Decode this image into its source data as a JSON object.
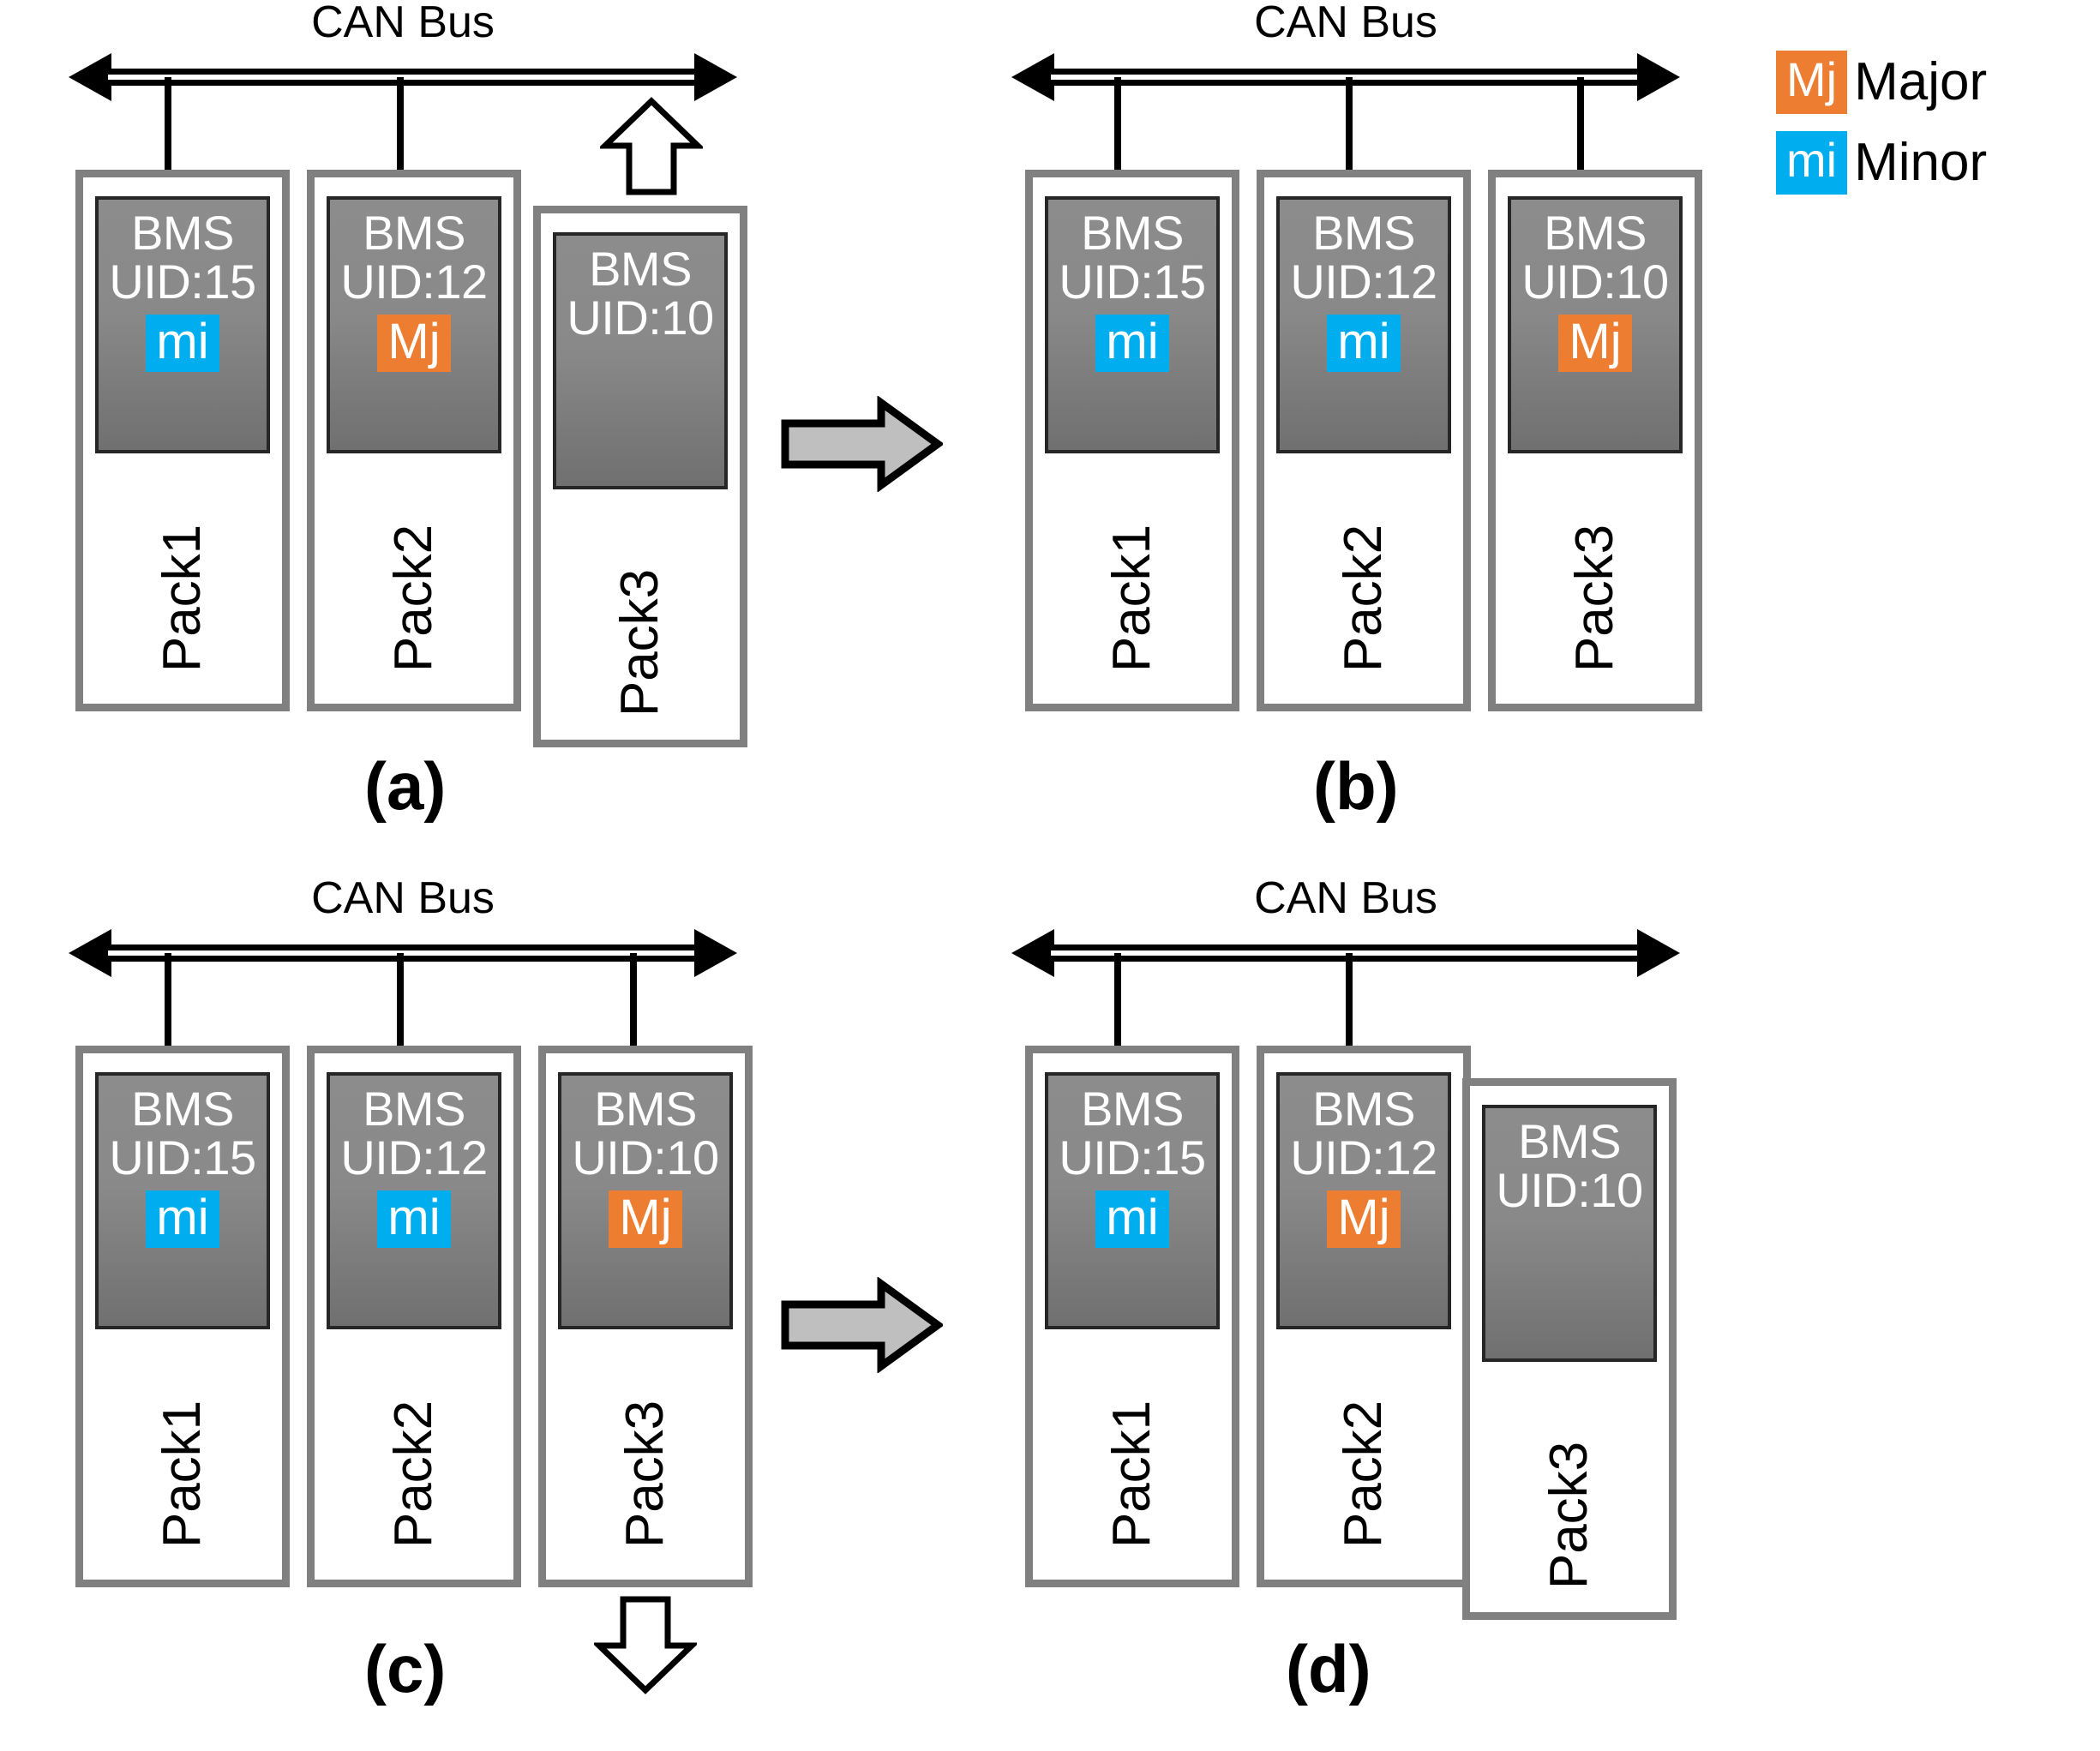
{
  "figure": {
    "bus_label": "CAN Bus",
    "bms_title": "BMS"
  },
  "legend": {
    "rows": [
      {
        "chip": "Mj",
        "label": "Major",
        "color": "#ED7D31",
        "name": "major"
      },
      {
        "chip": "mi",
        "label": "Minor",
        "color": "#00AEEF",
        "name": "minor"
      }
    ]
  },
  "panels": [
    {
      "id": "a",
      "caption": "(a)",
      "move_arrow": "up",
      "transition_arrow": "right",
      "packs": [
        {
          "name": "Pack1",
          "bms": "BMS",
          "uid": "UID:15",
          "badge": "mi",
          "badge_type": "minor",
          "connected": true
        },
        {
          "name": "Pack2",
          "bms": "BMS",
          "uid": "UID:12",
          "badge": "Mj",
          "badge_type": "major",
          "connected": true
        },
        {
          "name": "Pack3",
          "bms": "BMS",
          "uid": "UID:10",
          "badge": "",
          "badge_type": "none",
          "connected": false
        }
      ]
    },
    {
      "id": "b",
      "caption": "(b)",
      "move_arrow": "none",
      "transition_arrow": "none",
      "packs": [
        {
          "name": "Pack1",
          "bms": "BMS",
          "uid": "UID:15",
          "badge": "mi",
          "badge_type": "minor",
          "connected": true
        },
        {
          "name": "Pack2",
          "bms": "BMS",
          "uid": "UID:12",
          "badge": "mi",
          "badge_type": "minor",
          "connected": true
        },
        {
          "name": "Pack3",
          "bms": "BMS",
          "uid": "UID:10",
          "badge": "Mj",
          "badge_type": "major",
          "connected": true
        }
      ]
    },
    {
      "id": "c",
      "caption": "(c)",
      "move_arrow": "down",
      "transition_arrow": "right",
      "packs": [
        {
          "name": "Pack1",
          "bms": "BMS",
          "uid": "UID:15",
          "badge": "mi",
          "badge_type": "minor",
          "connected": true
        },
        {
          "name": "Pack2",
          "bms": "BMS",
          "uid": "UID:12",
          "badge": "mi",
          "badge_type": "minor",
          "connected": true
        },
        {
          "name": "Pack3",
          "bms": "BMS",
          "uid": "UID:10",
          "badge": "Mj",
          "badge_type": "major",
          "connected": true
        }
      ]
    },
    {
      "id": "d",
      "caption": "(d)",
      "move_arrow": "none",
      "transition_arrow": "none",
      "packs": [
        {
          "name": "Pack1",
          "bms": "BMS",
          "uid": "UID:15",
          "badge": "mi",
          "badge_type": "minor",
          "connected": true
        },
        {
          "name": "Pack2",
          "bms": "BMS",
          "uid": "UID:12",
          "badge": "Mj",
          "badge_type": "major",
          "connected": true
        },
        {
          "name": "Pack3",
          "bms": "BMS",
          "uid": "UID:10",
          "badge": "",
          "badge_type": "none",
          "connected": false
        }
      ]
    }
  ]
}
